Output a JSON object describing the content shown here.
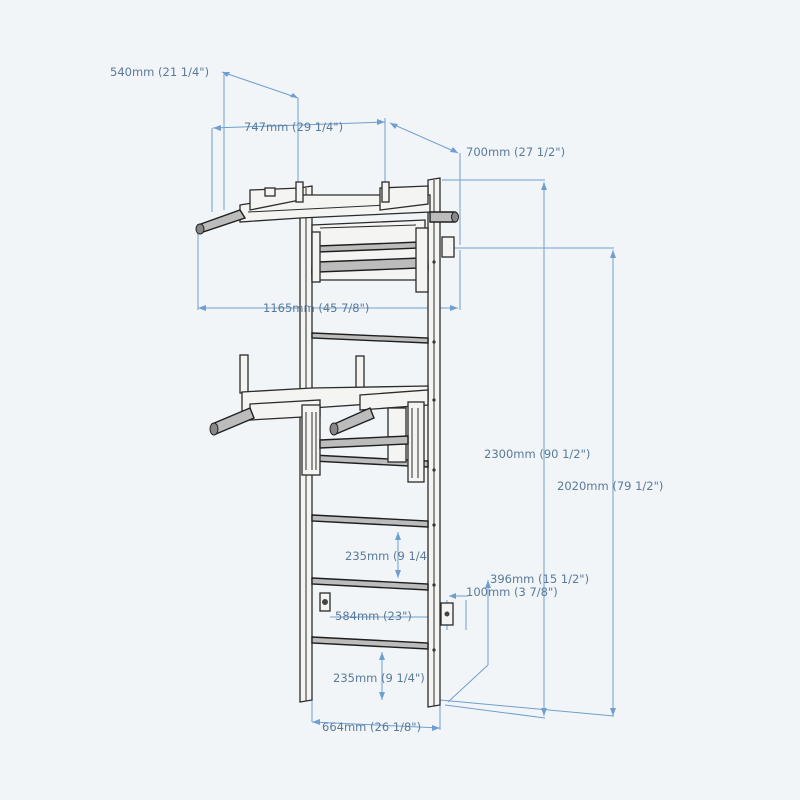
{
  "colors": {
    "background": "#f1f5f8",
    "dimension_line": "#6f9fd0",
    "dimension_text": "#5a7a9a",
    "frame_stroke": "#2b2b2b"
  },
  "dimensions": {
    "top_depth": "540mm (21 1/4\")",
    "pullup_width": "747mm (29 1/4\")",
    "top_arm_depth": "700mm (27 1/2\")",
    "total_span": "1165mm (45 7/8\")",
    "total_height": "2300mm (90 1/2\")",
    "ladder_height": "2020mm (79 1/2\")",
    "rung_spacing_upper": "235mm (9 1/4",
    "wall_offset": "396mm (15 1/2\")",
    "bracket_depth": "100mm (3 7/8\")",
    "bracket_spacing": "584mm (23\")",
    "rung_spacing_lower": "235mm (9 1/4\")",
    "ladder_width": "664mm (26 1/8\")"
  }
}
